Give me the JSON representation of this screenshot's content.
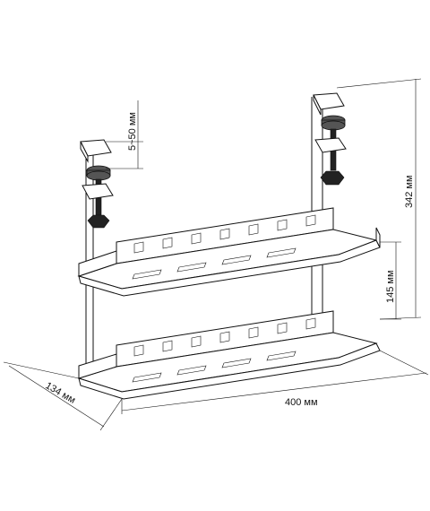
{
  "dimensions": {
    "clamp_range": "5~50 мм",
    "total_height": "342 мм",
    "tray_spacing": "145 мм",
    "width": "400 мм",
    "depth": "134 мм"
  }
}
